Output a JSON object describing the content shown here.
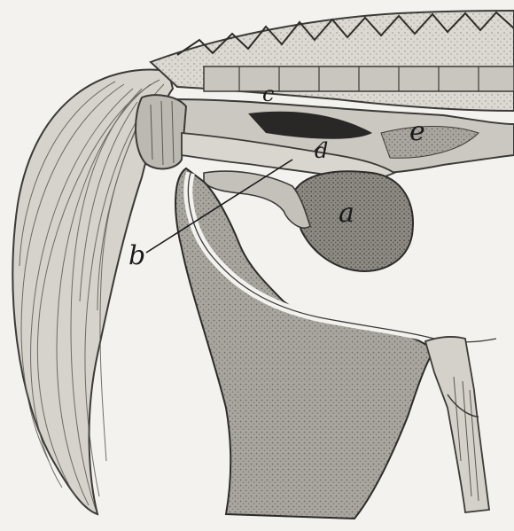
{
  "figure": {
    "labels": {
      "a": "a",
      "b": "b",
      "c_upper": "c",
      "c_right": "e",
      "d": "d"
    }
  }
}
